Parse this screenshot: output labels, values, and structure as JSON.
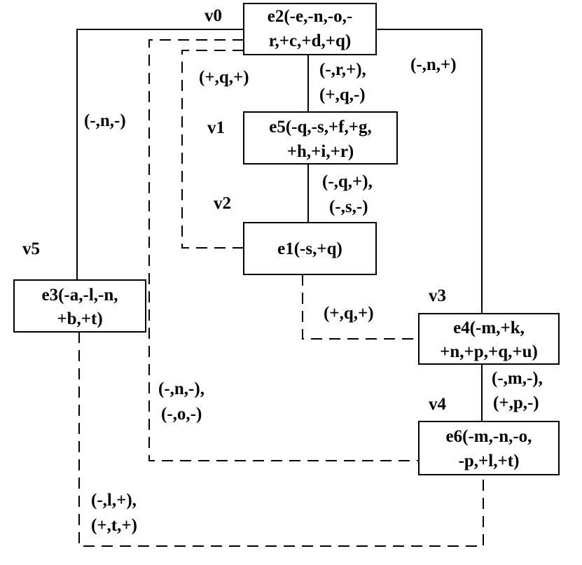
{
  "nodes": {
    "v0": {
      "vertex": "v0",
      "lines": [
        "e2(-e,-n,-o,-",
        "r,+c,+d,+q)"
      ]
    },
    "v1": {
      "vertex": "v1",
      "lines": [
        "e5(-q,-s,+f,+g,",
        "+h,+i,+r)"
      ]
    },
    "v2": {
      "vertex": "v2",
      "lines": [
        "e1(-s,+q)"
      ]
    },
    "v3": {
      "vertex": "v3",
      "lines": [
        "e4(-m,+k,",
        "+n,+p,+q,+u)"
      ]
    },
    "v4": {
      "vertex": "v4",
      "lines": [
        "e6(-m,-n,-o,",
        "-p,+l,+t)"
      ]
    },
    "v5": {
      "vertex": "v5",
      "lines": [
        "e3(-a,-l,-n,",
        "+b,+t)"
      ]
    }
  },
  "edge_labels": {
    "v0_v1": [
      "(-,r,+),",
      "(+,q,-)"
    ],
    "v1_v2": [
      "(-,q,+),",
      "(-,s,-)"
    ],
    "v0_v2": [
      "(+,q,+)"
    ],
    "v0_v3": [
      "(-,n,+)"
    ],
    "v0_v5": [
      "(-,n,-)"
    ],
    "v2_v3": [
      "(+,q,+)"
    ],
    "v3_v4": [
      "(-,m,-),",
      "(+,p,-)"
    ],
    "v0_v4": [
      "(-,n,-),",
      "(-,o,-)"
    ],
    "v5_v4": [
      "(-,l,+),",
      "(+,t,+)"
    ]
  }
}
